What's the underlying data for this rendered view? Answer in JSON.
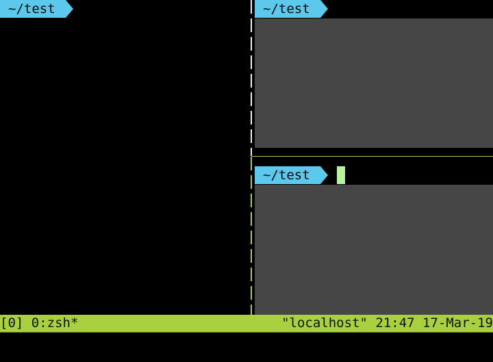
{
  "panes": {
    "left": {
      "prompt": "~/test"
    },
    "top_right": {
      "prompt": "~/test"
    },
    "bottom_right": {
      "prompt": "~/test"
    }
  },
  "status_bar": {
    "session": "[0]",
    "window": "0:zsh*",
    "host": "\"localhost\"",
    "time": "21:47",
    "date": "17-Mar-19"
  },
  "colors": {
    "prompt_bg": "#5cc8ec",
    "pane_fill": "#464646",
    "active_border": "#a6cf5a",
    "inactive_border": "#f2f2f2",
    "cursor": "#b5f2a0",
    "status_bg": "#a9d13f"
  }
}
